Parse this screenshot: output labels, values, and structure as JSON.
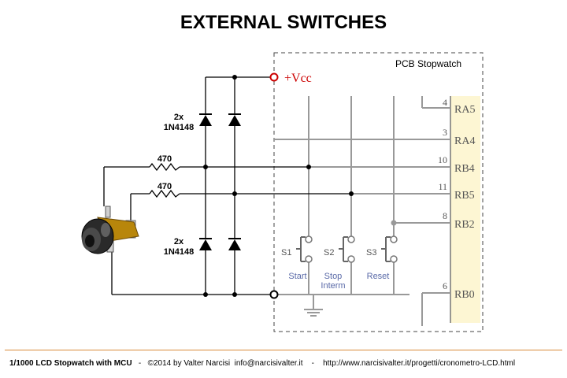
{
  "title": "EXTERNAL SWITCHES",
  "pcb_label": "PCB Stopwatch",
  "vcc_label": "+Vcc",
  "diodes": [
    {
      "count": "2x",
      "part": "1N4148"
    },
    {
      "count": "2x",
      "part": "1N4148"
    }
  ],
  "resistors": [
    "470",
    "470"
  ],
  "pins": [
    {
      "num": "4",
      "name": "RA5"
    },
    {
      "num": "3",
      "name": "RA4"
    },
    {
      "num": "10",
      "name": "RB4"
    },
    {
      "num": "11",
      "name": "RB5"
    },
    {
      "num": "8",
      "name": "RB2"
    },
    {
      "num": "6",
      "name": "RB0"
    }
  ],
  "switches": [
    {
      "id": "S1",
      "label_lines": [
        "Start"
      ]
    },
    {
      "id": "S2",
      "label_lines": [
        "Stop",
        "Interm"
      ]
    },
    {
      "id": "S3",
      "label_lines": [
        "Reset"
      ]
    }
  ],
  "footer": {
    "project": "1/1000 LCD Stopwatch with MCU",
    "sep1": "-",
    "copyright": "©2014 by Valter Narcisi",
    "email": "info@narcisivalter.it",
    "sep2": "-",
    "url": "http://www.narcisivalter.it/progetti/cronometro-LCD.html"
  },
  "colors": {
    "wire": "#000000",
    "pcb_wire": "#999999",
    "mcu_fill": "#fdf6d3",
    "vcc": "#cc0000",
    "footer_line": "#d98a3a"
  }
}
